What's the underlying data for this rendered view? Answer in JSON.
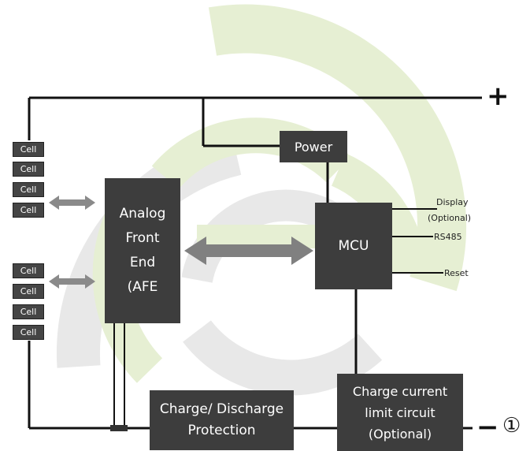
{
  "cells_top": [
    "Cell",
    "Cell",
    "Cell",
    "Cell"
  ],
  "cells_bottom": [
    "Cell",
    "Cell",
    "Cell",
    "Cell"
  ],
  "blocks": {
    "power": "Power",
    "afe": [
      "Analog",
      "Front",
      "End",
      "(AFE"
    ],
    "mcu": "MCU",
    "protection": [
      "Charge/ Discharge",
      "Protection"
    ],
    "charge_limit": [
      "Charge current",
      "limit circuit",
      "(Optional)"
    ]
  },
  "signals": {
    "display": [
      "Display",
      "(Optional)"
    ],
    "rs485": "RS485",
    "reset": "Reset"
  },
  "terminals": {
    "plus": "+",
    "minus": "−",
    "circled_number": "①"
  },
  "colors": {
    "block": "#3d3d3d",
    "watermark_green": "#e6efd3",
    "watermark_gray": "#e8e8e8",
    "line": "#111111",
    "arrow": "#8a8a8a"
  }
}
